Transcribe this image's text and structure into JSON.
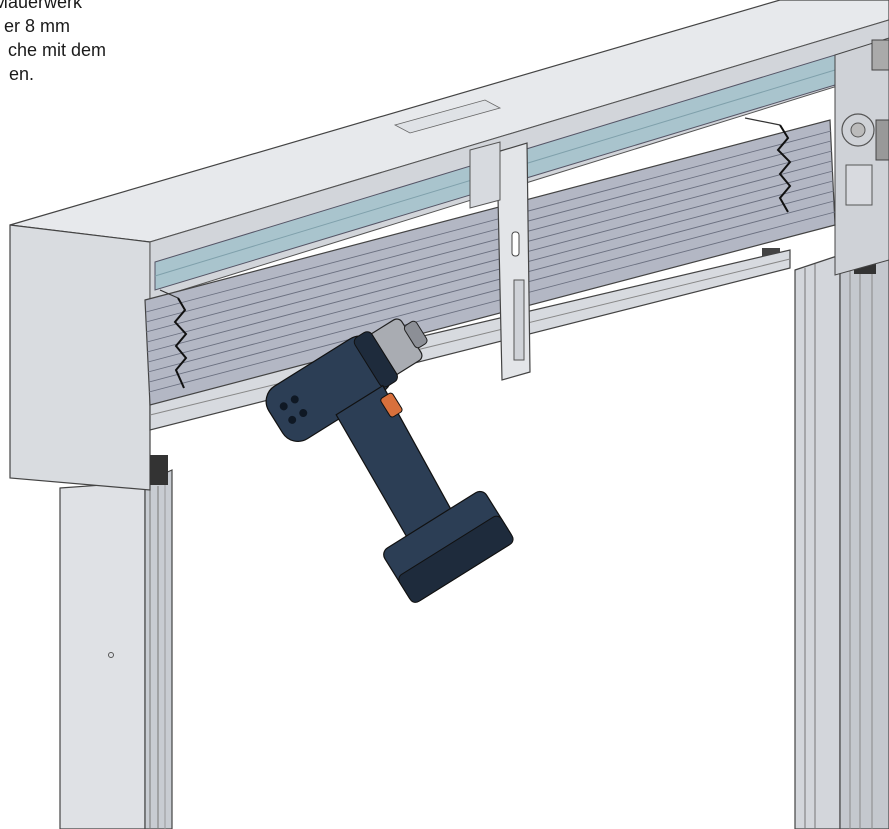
{
  "caption": {
    "lines": [
      "Mauerwerk",
      "er 8 mm",
      "che mit dem",
      "en."
    ]
  },
  "colors": {
    "frame": "#d7dadf",
    "frame_dark": "#b9bdc4",
    "glass": "#a9c4cd",
    "slat": "#b3b7c4",
    "slat_line": "#6b7080",
    "drill_body": "#2c3e55",
    "drill_dark": "#1e2b3c",
    "drill_trigger": "#d8703c",
    "chuck": "#a9acb2"
  },
  "icons": [
    "cordless-drill-icon"
  ]
}
